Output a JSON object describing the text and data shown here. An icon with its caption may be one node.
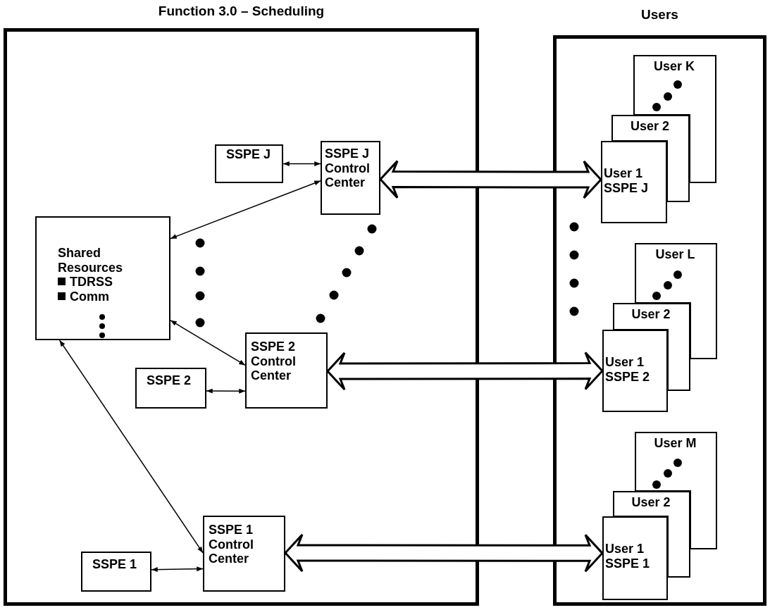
{
  "diagram": {
    "nodes": [
      {
        "text": [
          "Function 3.0 – Scheduling"
        ]
      },
      {
        "text": [
          "Users"
        ]
      },
      {
        "text": [
          "SSPE J"
        ],
        "in": 0
      },
      {
        "text": [
          "SSPE J Control Center"
        ],
        "in": 0
      },
      {
        "text": [
          "Shared Resources",
          "TDRSS",
          "Comm"
        ],
        "in": 0
      },
      {
        "text": [
          "SSPE 2 Control Center"
        ],
        "in": 0
      },
      {
        "text": [
          "SSPE 2"
        ],
        "in": 0
      },
      {
        "text": [
          "SSPE 1 Control Center"
        ],
        "in": 0
      },
      {
        "text": [
          "SSPE 1"
        ],
        "in": 0
      },
      {
        "text": [
          "User K"
        ],
        "in": 1
      },
      {
        "text": [
          "User 2"
        ],
        "in": 1
      },
      {
        "text": [
          "User 1 SSPE J"
        ],
        "in": 1
      },
      {
        "text": [
          "User L"
        ],
        "in": 1
      },
      {
        "text": [
          "User 2"
        ],
        "in": 1
      },
      {
        "text": [
          "User 1 SSPE 2"
        ],
        "in": 1
      },
      {
        "text": [
          "User M"
        ],
        "in": 1
      },
      {
        "text": [
          "User 2"
        ],
        "in": 1
      },
      {
        "text": [
          "User 1 SSPE 1"
        ],
        "in": 1
      }
    ],
    "edges": [
      {
        "from": 2,
        "to": 3,
        "arrow": "both"
      },
      {
        "from": 4,
        "to": 3,
        "arrow": "both"
      },
      {
        "from": 4,
        "to": 5,
        "arrow": "both"
      },
      {
        "from": 6,
        "to": 5,
        "arrow": "both"
      },
      {
        "from": 4,
        "to": 7,
        "arrow": "both"
      },
      {
        "from": 8,
        "to": 7,
        "arrow": "both"
      },
      {
        "from": 3,
        "to": 11,
        "arrow": "both",
        "style": "thick"
      },
      {
        "from": 5,
        "to": 14,
        "arrow": "both",
        "style": "thick"
      },
      {
        "from": 7,
        "to": 17,
        "arrow": "both",
        "style": "thick"
      }
    ]
  }
}
